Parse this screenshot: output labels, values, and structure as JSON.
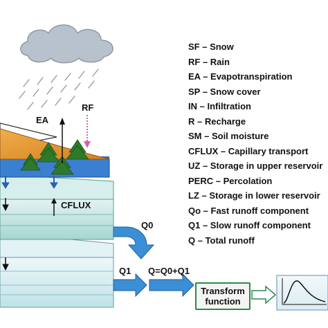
{
  "legend": [
    "SF – Snow",
    "RF – Rain",
    "EA – Evapotranspiration",
    "SP – Snow cover",
    "IN – Infiltration",
    "R – Recharge",
    "SM – Soil moisture",
    "CFLUX – Capillary transport",
    "UZ – Storage in upper reservoir",
    "PERC – Percolation",
    "LZ – Storage in lower reservoir",
    "Qo – Fast runoff component",
    "Q1 – Slow runoff component",
    "Q – Total runoff"
  ],
  "labels": {
    "ea": "EA",
    "rf": "RF",
    "cflux": "CFLUX",
    "q0": "Q0",
    "q1": "Q1",
    "q_sum": "Q=Q0+Q1",
    "transform": "Transform function"
  },
  "colors": {
    "cloud": "#b8c2cc",
    "soil": "#e0922e",
    "upper_zone": "#b8e0dc",
    "lower_zone": "#cfeaee",
    "flow_arrow": "#3a8fd6",
    "tree": "#2f7a2a"
  }
}
